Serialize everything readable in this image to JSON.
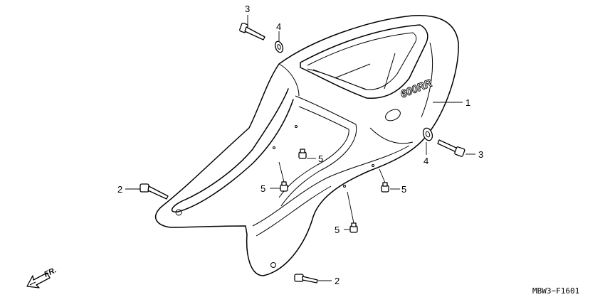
{
  "callouts": {
    "c1": "1",
    "c2a": "2",
    "c2b": "2",
    "c3a": "3",
    "c3b": "3",
    "c4a": "4",
    "c4b": "4",
    "c5a": "5",
    "c5b": "5",
    "c5c": "5",
    "c5d": "5"
  },
  "logo_text": "600RR",
  "direction_label": "FR.",
  "diagram_code": "MBW3−F1601"
}
